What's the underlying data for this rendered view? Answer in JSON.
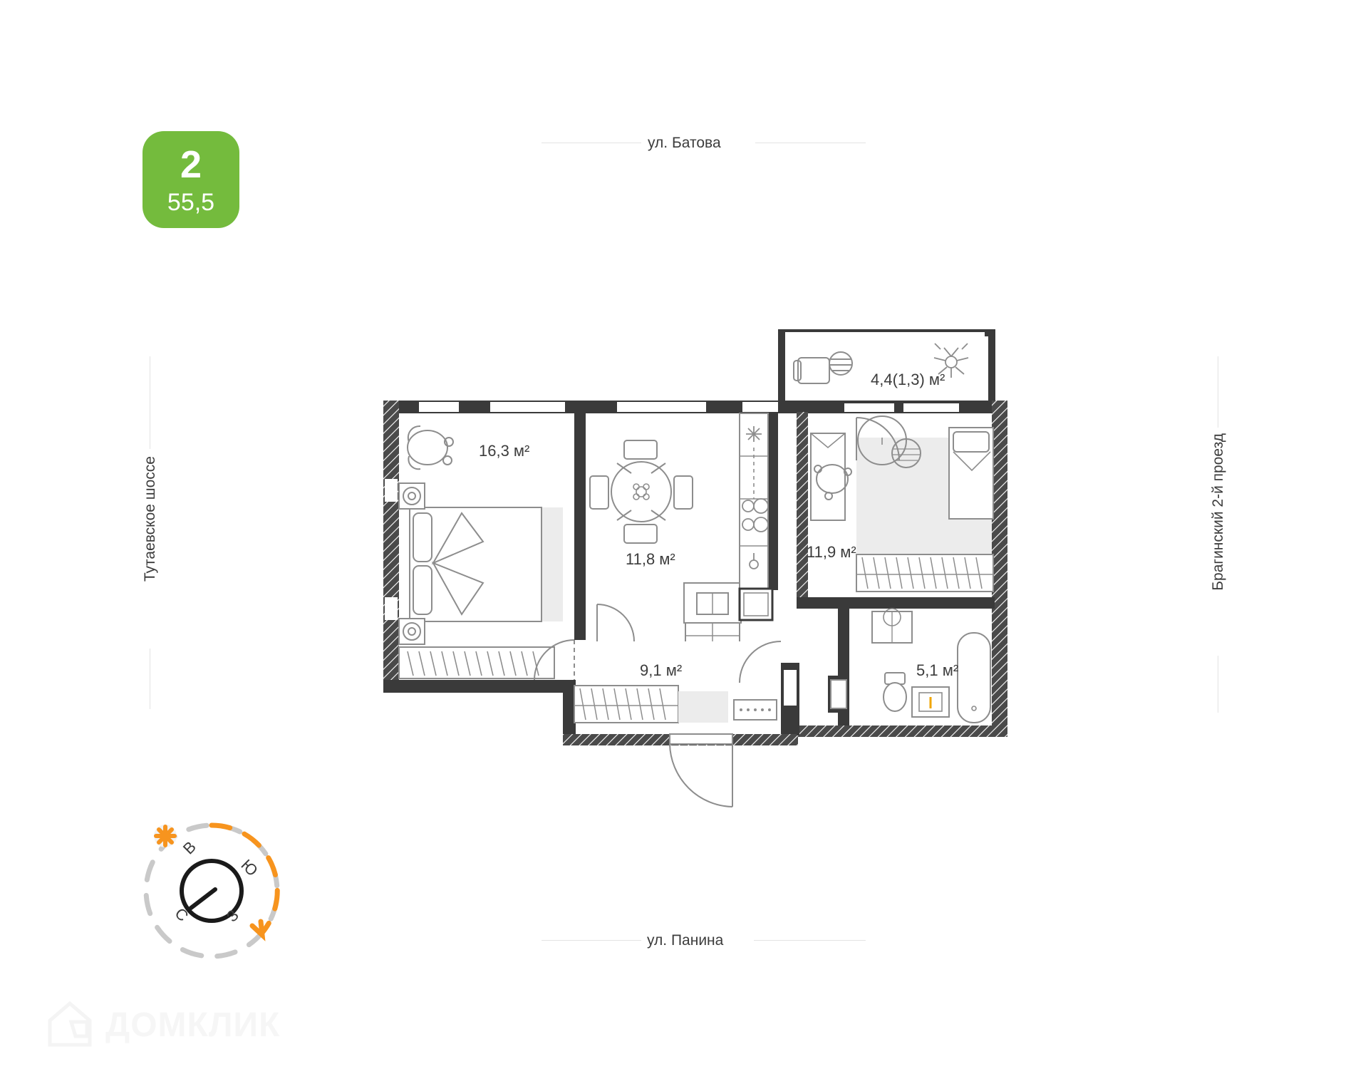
{
  "badge": {
    "rooms": "2",
    "total_area": "55,5"
  },
  "streets": {
    "top": "ул. Батова",
    "bottom": "ул. Панина",
    "left": "Тутаевское шоссе",
    "right": "Брагинский 2-й проезд"
  },
  "compass": {
    "north": "С",
    "east": "В",
    "south": "Ю",
    "west": "З",
    "sun_icon": "sun-icon",
    "arrow_icon": "arrow-icon"
  },
  "watermark": {
    "text": "ДОМКЛИК",
    "icon": "house-icon"
  },
  "rooms": [
    {
      "id": "bedroom",
      "area": "16,3 м²"
    },
    {
      "id": "living-kitchen",
      "area": "11,8 м²"
    },
    {
      "id": "second-room",
      "area": "11,9 м²"
    },
    {
      "id": "hall",
      "area": "9,1 м²"
    },
    {
      "id": "bathroom",
      "area": "5,1 м²"
    },
    {
      "id": "balcony",
      "area": "4,4(1,3) м²"
    }
  ],
  "colors": {
    "badge_green": "#74bb3d",
    "wall_dark": "#3a3a3a",
    "rule_grey": "#e3e3e3",
    "text_grey": "#3c3c3c",
    "accent_orange": "#f7941e",
    "furniture_grey": "#e8e8e8"
  }
}
